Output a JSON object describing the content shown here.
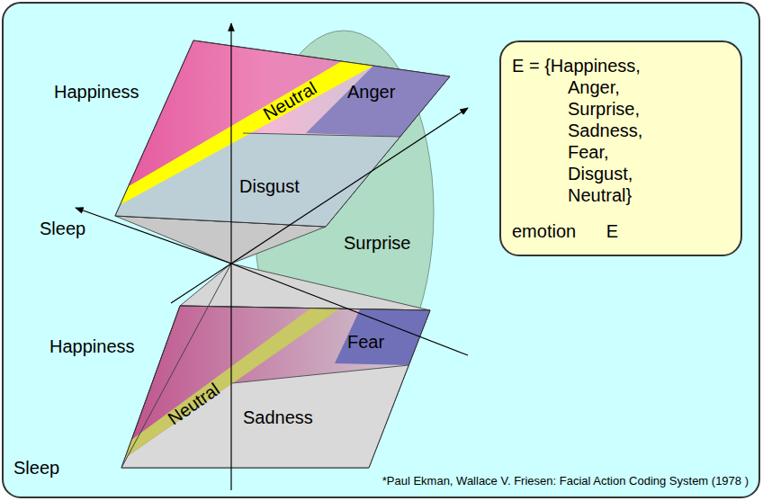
{
  "diagram": {
    "nodes": [
      {
        "text": [
          "E = {Happiness, Anger, Surprise, Sadness, Fear, Disgust, Neutral}",
          "emotion E"
        ]
      }
    ],
    "labels": [
      "Happiness",
      "Neutral",
      "Anger",
      "Disgust",
      "Sleep",
      "Surprise",
      "Happiness",
      "Fear",
      "Neutral",
      "Sadness",
      "Sleep",
      "*Paul Ekman, Wallace V. Friesen: Facial Action Coding System (1978 )"
    ]
  }
}
